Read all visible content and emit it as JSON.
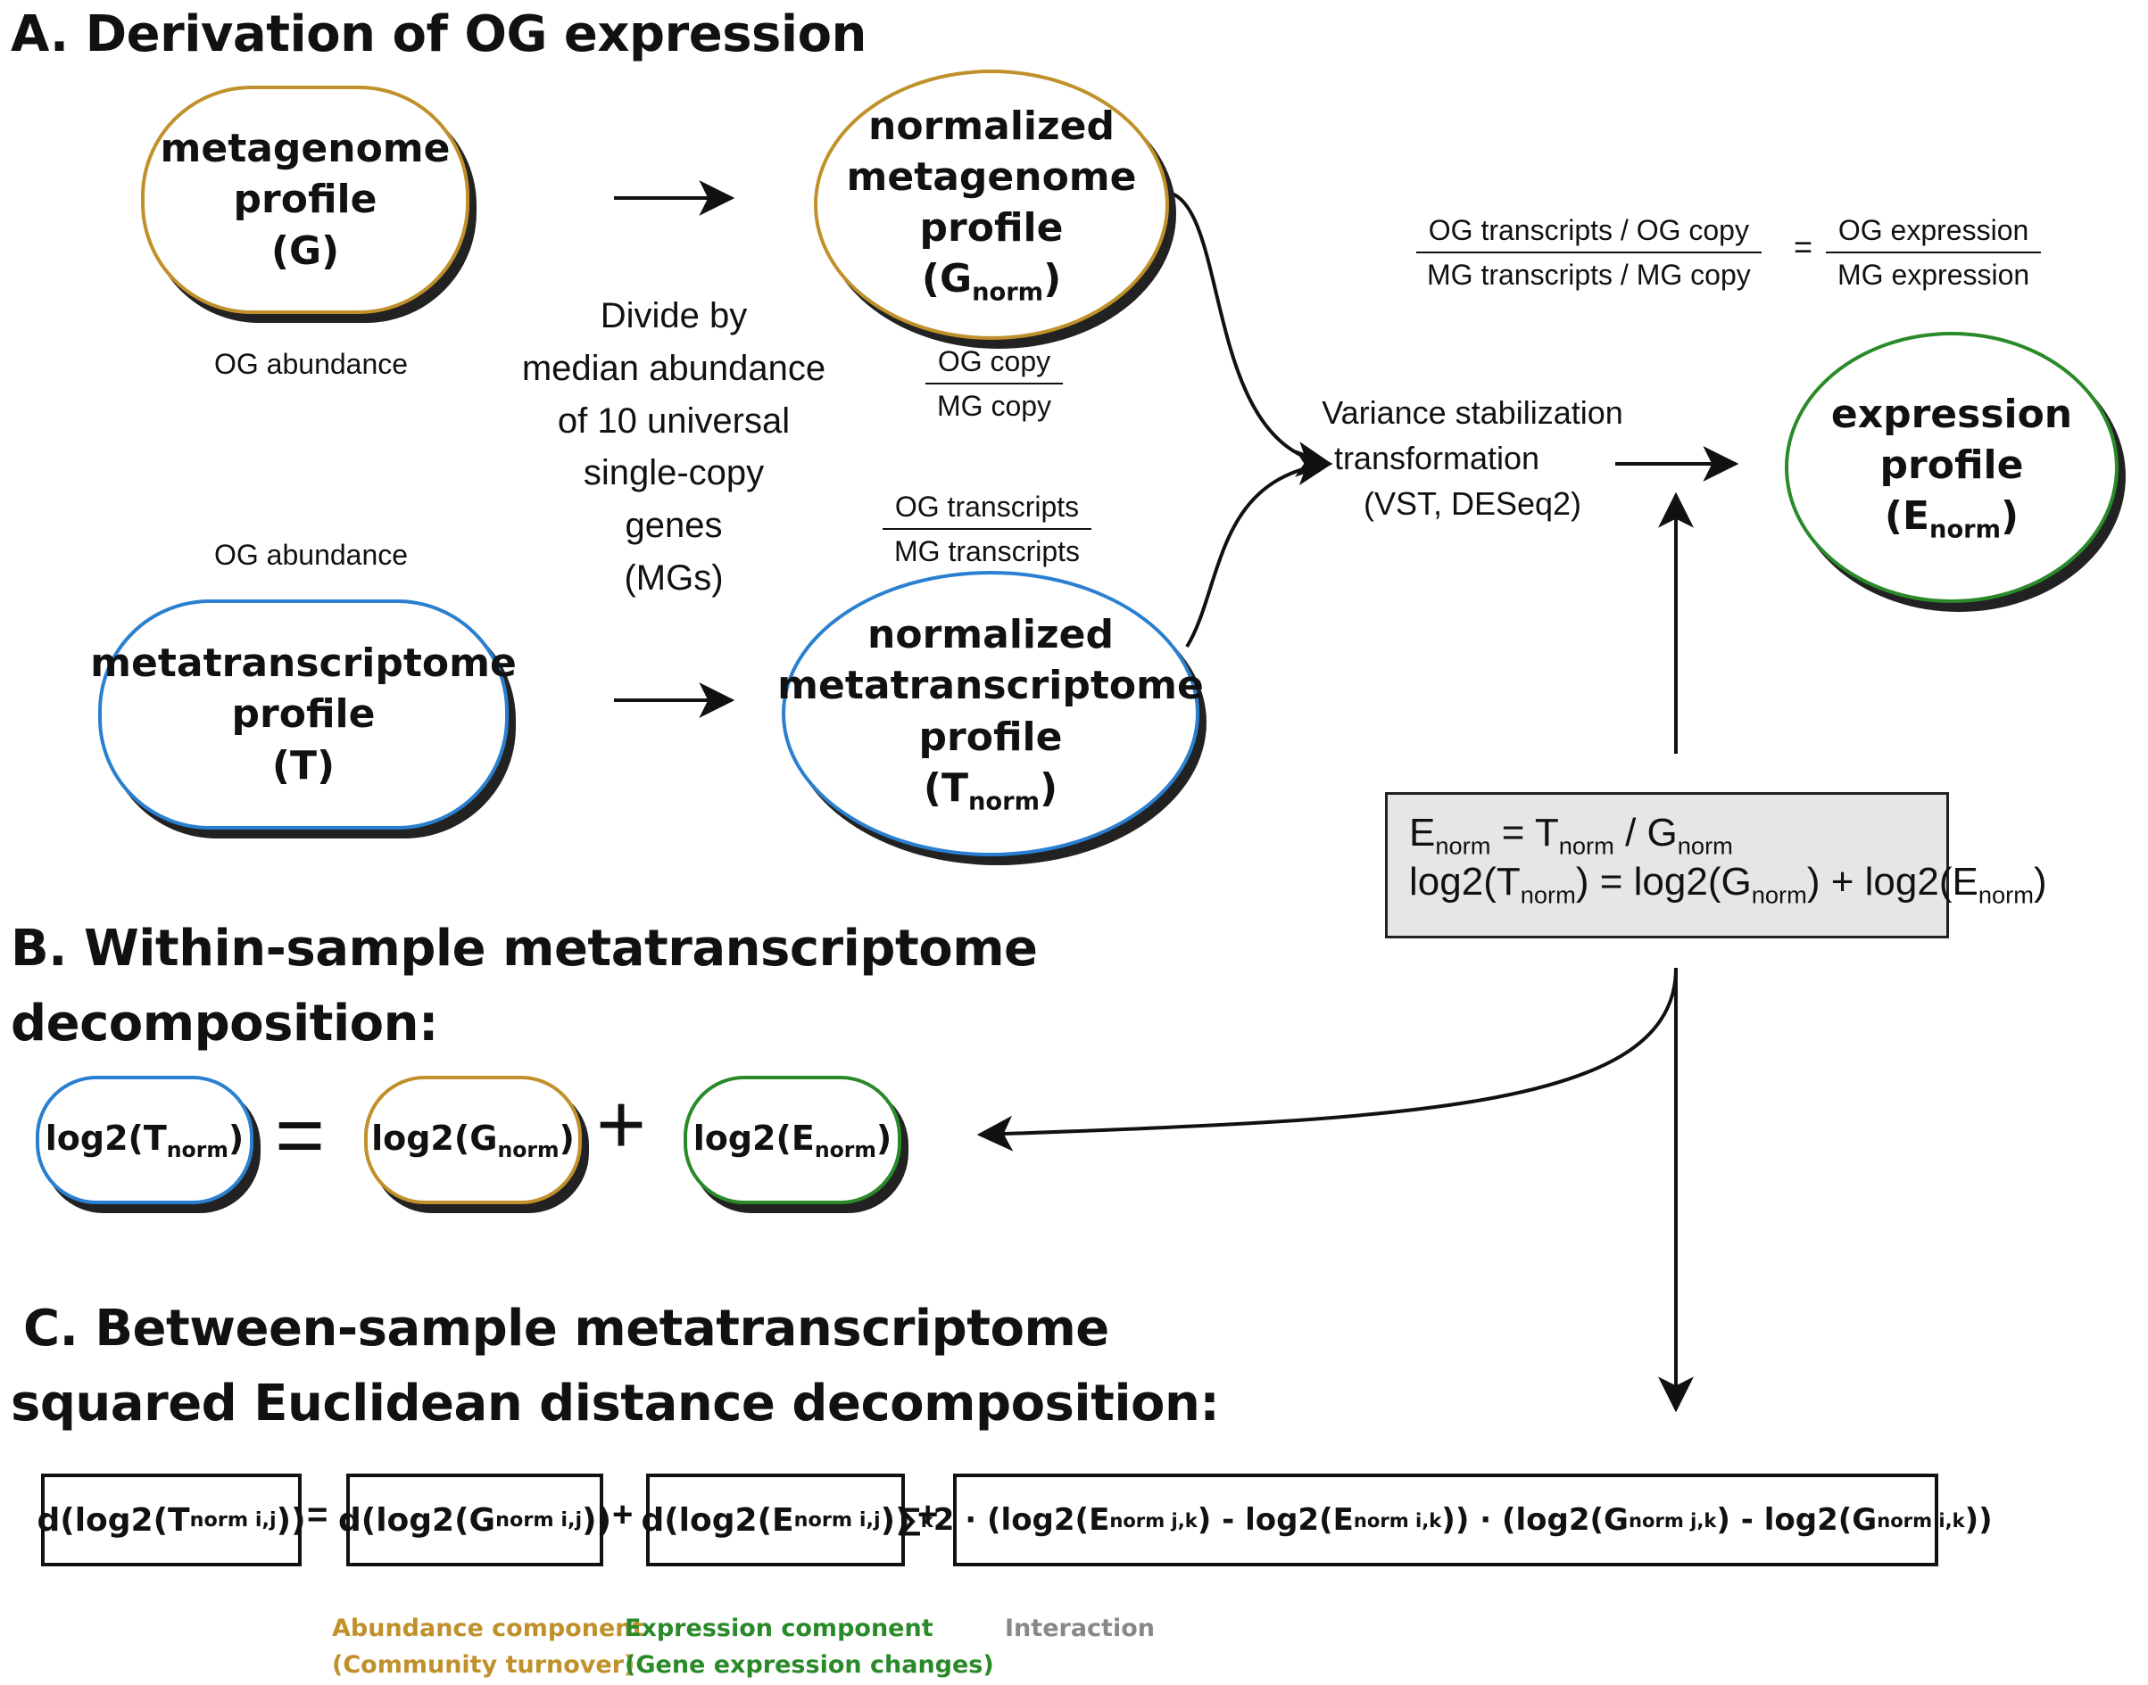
{
  "section_a": {
    "heading": "A. Derivation of OG expression",
    "g_profile": {
      "line1": "metagenome",
      "line2": "profile",
      "line3": "(G)",
      "caption": "OG abundance"
    },
    "t_profile": {
      "line1": "metatranscriptome",
      "line2": "profile",
      "line3": "(T)",
      "caption": "OG abundance"
    },
    "divide_text": [
      "Divide by",
      "median abundance",
      "of 10 universal",
      "single-copy",
      "genes",
      "(MGs)"
    ],
    "g_norm": {
      "line1": "normalized",
      "line2": "metagenome",
      "line3": "profile",
      "sym": "G",
      "sub": "norm",
      "frac_num": "OG copy",
      "frac_den": "MG copy"
    },
    "t_norm": {
      "line1": "normalized",
      "line2": "metatranscriptome",
      "line3": "profile",
      "sym": "T",
      "sub": "norm",
      "frac_num": "OG transcripts",
      "frac_den": "MG transcripts"
    },
    "vst": [
      "Variance stabilization",
      "transformation",
      "(VST, DESeq2)"
    ],
    "ratio": {
      "left_num": "OG transcripts / OG copy",
      "left_den": "MG transcripts / MG copy",
      "equals": "=",
      "right_num": "OG expression",
      "right_den": "MG expression"
    },
    "e_profile": {
      "line1": "expression",
      "line2": "profile",
      "sym": "E",
      "sub": "norm"
    },
    "eq_box": {
      "line1": {
        "e": "E",
        "sub1": "norm",
        "eq": " = T",
        "sub2": "norm",
        "slash": " / G",
        "sub3": "norm"
      },
      "line2": {
        "a": "log2(T",
        "sub1": "norm",
        "b": ") = log2(G",
        "sub2": "norm",
        "c": ") + log2(E",
        "sub3": "norm",
        "d": ")"
      }
    }
  },
  "section_b": {
    "heading_line1": "B. Within-sample metatranscriptome",
    "heading_line2": "decomposition:",
    "t_pill": {
      "pre": "log2(T",
      "sub": "norm",
      "post": ")"
    },
    "g_pill": {
      "pre": "log2(G",
      "sub": "norm",
      "post": ")"
    },
    "e_pill": {
      "pre": "log2(E",
      "sub": "norm",
      "post": ")"
    },
    "equals": "=",
    "plus": "+"
  },
  "section_c": {
    "heading_line1": "C. Between-sample metatranscriptome",
    "heading_line2": "squared Euclidean distance decomposition:",
    "t_box": {
      "pre": "d(log2(T",
      "sub": "norm i,j",
      "post": "))"
    },
    "g_box": {
      "pre": "d(log2(G",
      "sub": "norm i,j",
      "post": "))"
    },
    "e_box": {
      "pre": "d(log2(E",
      "sub": "norm i,j",
      "post": "))"
    },
    "i_box": {
      "sigma": "∑",
      "k": "k",
      "a": " 2 · (log2(E",
      "s1": "norm j,k",
      "b": ") - log2(E",
      "s2": "norm i,k",
      "c": ")) · (log2(G",
      "s3": "norm j,k",
      "d": ") - log2(G",
      "s4": "norm i,k",
      "e": "))"
    },
    "eq": "=",
    "plus": "+",
    "abundance": {
      "line1": "Abundance component",
      "line2": "(Community turnover)"
    },
    "expression": {
      "line1": "Expression component",
      "line2": "(Gene expression changes)"
    },
    "interaction": "Interaction"
  },
  "colors": {
    "gold": "#c0902a",
    "blue": "#2a7fd0",
    "green": "#2a8a2a",
    "grey": "#7a7a7a",
    "component_grey": "#888888"
  }
}
